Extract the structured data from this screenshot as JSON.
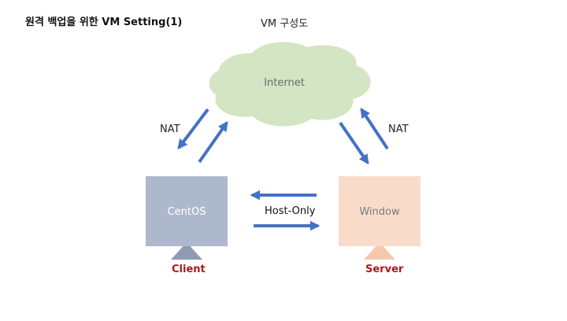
{
  "slide_title": "원격 백업을 위한 VM Setting(1)",
  "diagram_title": "VM 구성도",
  "cloud": {
    "label": "Internet",
    "fill": "#d3e5c3"
  },
  "client": {
    "box_label": "CentOS",
    "caption": "Client",
    "fill": "#aeb8cc",
    "stand": "#8f9bb3"
  },
  "server": {
    "box_label": "Window",
    "caption": "Server",
    "fill": "#f8dcc9",
    "stand": "#f5c8ad"
  },
  "links": {
    "nat_left": "NAT",
    "nat_right": "NAT",
    "host_only": "Host-Only"
  },
  "colors": {
    "arrow": "#4472c4",
    "caption": "#b3141b"
  }
}
